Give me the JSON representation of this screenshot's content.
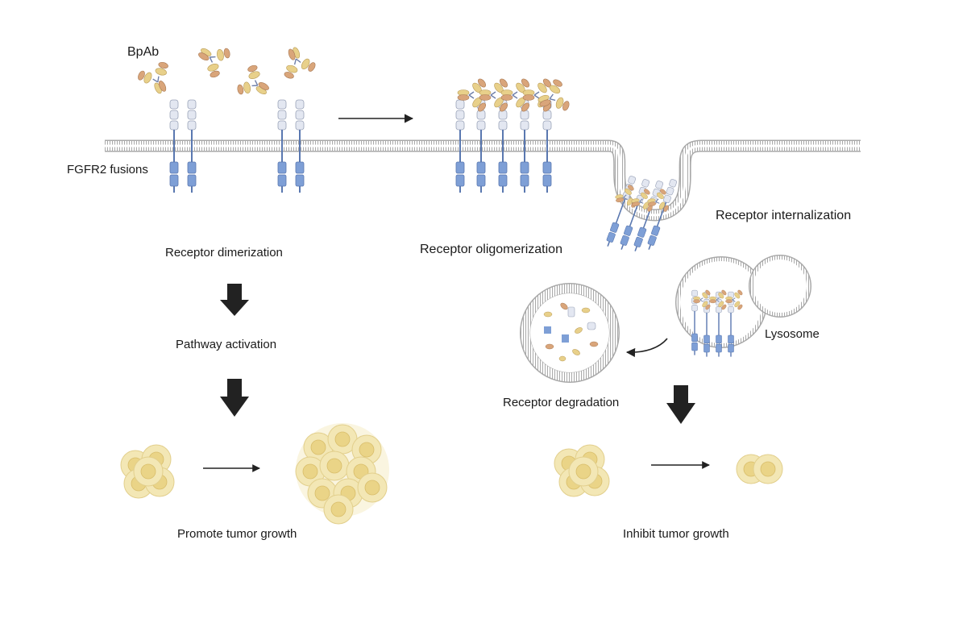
{
  "labels": {
    "bpab": "BpAb",
    "fgfr2_fusions": "FGFR2 fusions",
    "receptor_dimerization": "Receptor dimerization",
    "receptor_oligomerization": "Receptor oligomerization",
    "receptor_internalization": "Receptor internalization",
    "pathway_activation": "Pathway activation",
    "lysosome": "Lysosome",
    "receptor_degradation": "Receptor degradation",
    "promote_tumor_growth": "Promote tumor growth",
    "inhibit_tumor_growth": "Inhibit tumor growth"
  },
  "colors": {
    "membrane": "#a9a9a9",
    "receptor_extracellular": "#e3e7f1",
    "receptor_intracellular": "#7e9fd6",
    "antibody_light": "#e8d08a",
    "antibody_heavy": "#d9a57a",
    "tumor_cell": "#f3e7b5",
    "tumor_nucleus": "#ead487",
    "arrow": "#222222"
  }
}
